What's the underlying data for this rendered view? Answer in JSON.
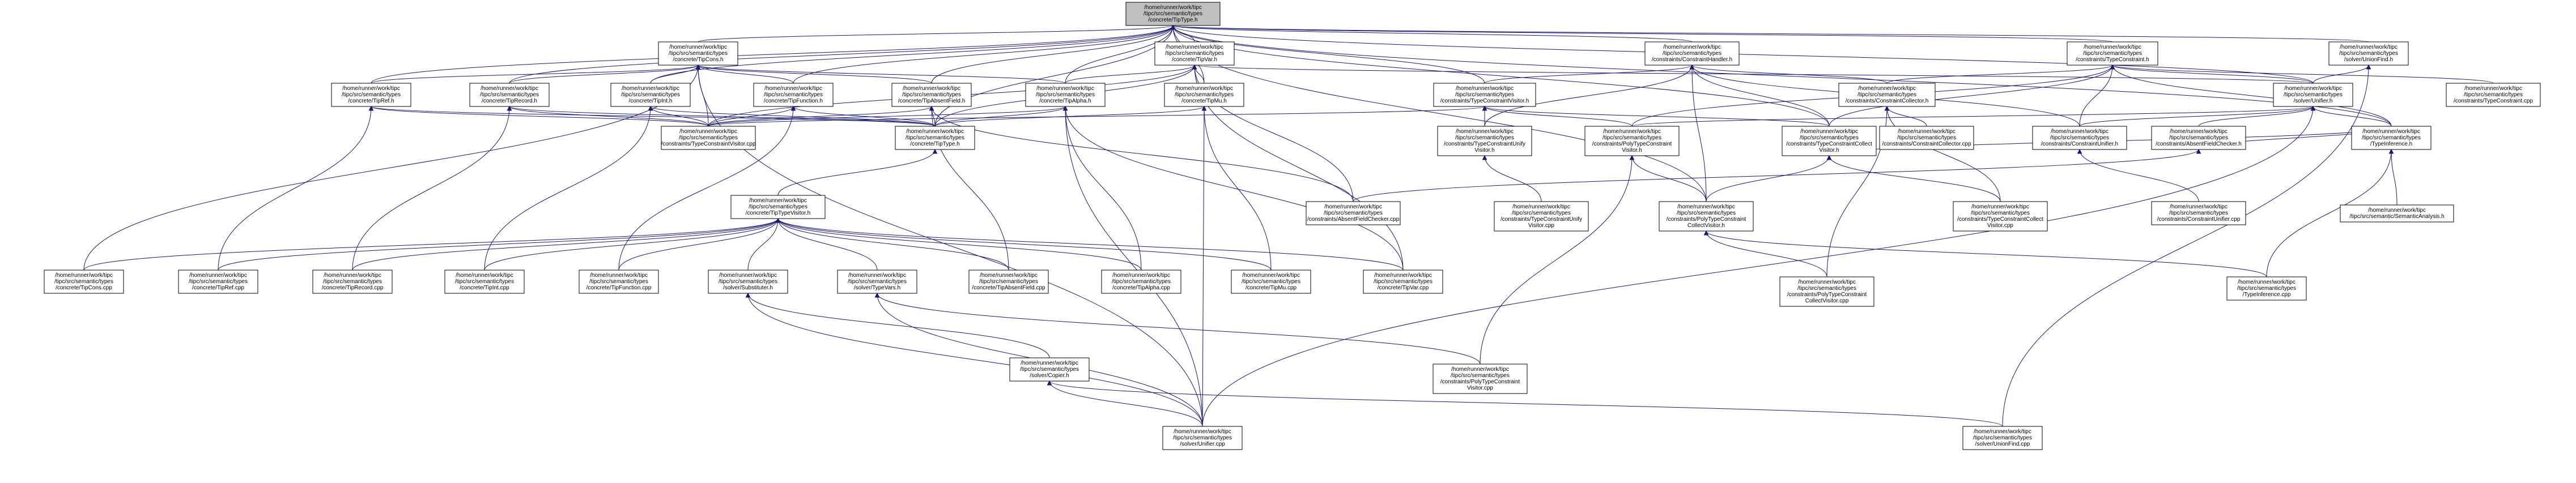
{
  "graph": {
    "root": "n0",
    "nodes": [
      {
        "id": "n0",
        "lines": [
          "/home/runner/work/tipc",
          "/tipc/src/semantic/types",
          "/concrete/TipType.h"
        ],
        "style": "root"
      },
      {
        "id": "n1",
        "lines": [
          "/home/runner/work/tipc",
          "/tipc/src/semantic/types",
          "/concrete/TipCons.h"
        ],
        "style": "normal"
      },
      {
        "id": "n2",
        "lines": [
          "/home/runner/work/tipc",
          "/tipc/src/semantic/types",
          "/concrete/TipVar.h"
        ],
        "style": "normal"
      },
      {
        "id": "n3",
        "lines": [
          "/home/runner/work/tipc",
          "/tipc/src/semantic/types",
          "/constraints/ConstraintHandler.h"
        ],
        "style": "normal"
      },
      {
        "id": "n4",
        "lines": [
          "/home/runner/work/tipc",
          "/tipc/src/semantic/types",
          "/constraints/TypeConstraint.h"
        ],
        "style": "normal"
      },
      {
        "id": "n5",
        "lines": [
          "/home/runner/work/tipc",
          "/tipc/src/semantic/types",
          "/solver/UnionFind.h"
        ],
        "style": "normal"
      },
      {
        "id": "n6",
        "lines": [
          "/home/runner/work/tipc",
          "/tipc/src/semantic/types",
          "/concrete/TipRef.h"
        ],
        "style": "normal"
      },
      {
        "id": "n7",
        "lines": [
          "/home/runner/work/tipc",
          "/tipc/src/semantic/types",
          "/concrete/TipRecord.h"
        ],
        "style": "normal"
      },
      {
        "id": "n8",
        "lines": [
          "/home/runner/work/tipc",
          "/tipc/src/semantic/types",
          "/concrete/TipInt.h"
        ],
        "style": "normal"
      },
      {
        "id": "n9",
        "lines": [
          "/home/runner/work/tipc",
          "/tipc/src/semantic/types",
          "/concrete/TipFunction.h"
        ],
        "style": "normal"
      },
      {
        "id": "n10",
        "lines": [
          "/home/runner/work/tipc",
          "/tipc/src/semantic/types",
          "/concrete/TipAbsentField.h"
        ],
        "style": "normal"
      },
      {
        "id": "n11",
        "lines": [
          "/home/runner/work/tipc",
          "/tipc/src/semantic/types",
          "/concrete/TipAlpha.h"
        ],
        "style": "normal"
      },
      {
        "id": "n12",
        "lines": [
          "/home/runner/work/tipc",
          "/tipc/src/semantic/types",
          "/concrete/TipMu.h"
        ],
        "style": "normal"
      },
      {
        "id": "n13",
        "lines": [
          "/home/runner/work/tipc",
          "/tipc/src/semantic/types",
          "/constraints/TypeConstraintVisitor.h"
        ],
        "style": "normal"
      },
      {
        "id": "n14",
        "lines": [
          "/home/runner/work/tipc",
          "/tipc/src/semantic/types",
          "/constraints/ConstraintCollector.h"
        ],
        "style": "normal"
      },
      {
        "id": "n15",
        "lines": [
          "/home/runner/work/tipc",
          "/tipc/src/semantic/types",
          "/solver/Unifier.h"
        ],
        "style": "normal"
      },
      {
        "id": "n16",
        "lines": [
          "/home/runner/work/tipc",
          "/tipc/src/semantic/types",
          "/constraints/TypeConstraint.cpp"
        ],
        "style": "normal"
      },
      {
        "id": "n17",
        "lines": [
          "/home/runner/work/tipc",
          "/tipc/src/semantic/types",
          "/constraints/TypeConstraintVisitor.cpp"
        ],
        "style": "normal"
      },
      {
        "id": "n18",
        "lines": [
          "/home/runner/work/tipc",
          "/tipc/src/semantic/types",
          "/concrete/TipType.h"
        ],
        "style": "normal"
      },
      {
        "id": "n19",
        "lines": [
          "/home/runner/work/tipc",
          "/tipc/src/semantic/types",
          "/constraints/TypeConstraintUnify",
          "Visitor.h"
        ],
        "style": "normal"
      },
      {
        "id": "n20",
        "lines": [
          "/home/runner/work/tipc",
          "/tipc/src/semantic/types",
          "/constraints/PolyTypeConstraint",
          "Visitor.h"
        ],
        "style": "normal"
      },
      {
        "id": "n21",
        "lines": [
          "/home/runner/work/tipc",
          "/tipc/src/semantic/types",
          "/constraints/TypeConstraintCollect",
          "Visitor.h"
        ],
        "style": "normal"
      },
      {
        "id": "n22",
        "lines": [
          "/home/runner/work/tipc",
          "/tipc/src/semantic/types",
          "/constraints/ConstraintCollector.cpp"
        ],
        "style": "normal"
      },
      {
        "id": "n23",
        "lines": [
          "/home/runner/work/tipc",
          "/tipc/src/semantic/types",
          "/constraints/ConstraintUnifier.h"
        ],
        "style": "normal"
      },
      {
        "id": "n24",
        "lines": [
          "/home/runner/work/tipc",
          "/tipc/src/semantic/types",
          "/constraints/AbsentFieldChecker.h"
        ],
        "style": "normal"
      },
      {
        "id": "n25",
        "lines": [
          "/home/runner/work/tipc",
          "/tipc/src/semantic/types",
          "/TypeInference.h"
        ],
        "style": "normal"
      },
      {
        "id": "n26",
        "lines": [
          "/home/runner/work/tipc",
          "/tipc/src/semantic/types",
          "/concrete/TipTypeVisitor.h"
        ],
        "style": "normal"
      },
      {
        "id": "n27",
        "lines": [
          "/home/runner/work/tipc",
          "/tipc/src/semantic/types",
          "/constraints/AbsentFieldChecker.cpp"
        ],
        "style": "normal"
      },
      {
        "id": "n28",
        "lines": [
          "/home/runner/work/tipc",
          "/tipc/src/semantic/types",
          "/constraints/TypeConstraintUnify",
          "Visitor.cpp"
        ],
        "style": "normal"
      },
      {
        "id": "n29",
        "lines": [
          "/home/runner/work/tipc",
          "/tipc/src/semantic/types",
          "/constraints/PolyTypeConstraint",
          "CollectVisitor.h"
        ],
        "style": "normal"
      },
      {
        "id": "n30",
        "lines": [
          "/home/runner/work/tipc",
          "/tipc/src/semantic/types",
          "/constraints/TypeConstraintCollect",
          "Visitor.cpp"
        ],
        "style": "normal"
      },
      {
        "id": "n31",
        "lines": [
          "/home/runner/work/tipc",
          "/tipc/src/semantic/types",
          "/constraints/ConstraintUnifier.cpp"
        ],
        "style": "normal"
      },
      {
        "id": "n32",
        "lines": [
          "/home/runner/work/tipc",
          "/tipc/src/semantic/SemanticAnalysis.h"
        ],
        "style": "red"
      },
      {
        "id": "n33",
        "lines": [
          "/home/runner/work/tipc",
          "/tipc/src/semantic/types",
          "/concrete/TipCons.cpp"
        ],
        "style": "normal"
      },
      {
        "id": "n34",
        "lines": [
          "/home/runner/work/tipc",
          "/tipc/src/semantic/types",
          "/concrete/TipRef.cpp"
        ],
        "style": "normal"
      },
      {
        "id": "n35",
        "lines": [
          "/home/runner/work/tipc",
          "/tipc/src/semantic/types",
          "/concrete/TipRecord.cpp"
        ],
        "style": "normal"
      },
      {
        "id": "n36",
        "lines": [
          "/home/runner/work/tipc",
          "/tipc/src/semantic/types",
          "/concrete/TipInt.cpp"
        ],
        "style": "normal"
      },
      {
        "id": "n37",
        "lines": [
          "/home/runner/work/tipc",
          "/tipc/src/semantic/types",
          "/concrete/TipFunction.cpp"
        ],
        "style": "normal"
      },
      {
        "id": "n38",
        "lines": [
          "/home/runner/work/tipc",
          "/tipc/src/semantic/types",
          "/solver/Substituter.h"
        ],
        "style": "red"
      },
      {
        "id": "n39",
        "lines": [
          "/home/runner/work/tipc",
          "/tipc/src/semantic/types",
          "/solver/TypeVars.h"
        ],
        "style": "red"
      },
      {
        "id": "n40",
        "lines": [
          "/home/runner/work/tipc",
          "/tipc/src/semantic/types",
          "/concrete/TipAbsentField.cpp"
        ],
        "style": "normal"
      },
      {
        "id": "n41",
        "lines": [
          "/home/runner/work/tipc",
          "/tipc/src/semantic/types",
          "/concrete/TipAlpha.cpp"
        ],
        "style": "normal"
      },
      {
        "id": "n42",
        "lines": [
          "/home/runner/work/tipc",
          "/tipc/src/semantic/types",
          "/concrete/TipMu.cpp"
        ],
        "style": "normal"
      },
      {
        "id": "n43",
        "lines": [
          "/home/runner/work/tipc",
          "/tipc/src/semantic/types",
          "/concrete/TipVar.cpp"
        ],
        "style": "normal"
      },
      {
        "id": "n44",
        "lines": [
          "/home/runner/work/tipc",
          "/tipc/src/semantic/types",
          "/constraints/PolyTypeConstraint",
          "CollectVisitor.cpp"
        ],
        "style": "normal"
      },
      {
        "id": "n45",
        "lines": [
          "/home/runner/work/tipc",
          "/tipc/src/semantic/types",
          "/TypeInference.cpp"
        ],
        "style": "normal"
      },
      {
        "id": "n46",
        "lines": [
          "/home/runner/work/tipc",
          "/tipc/src/semantic/types",
          "/solver/Copier.h"
        ],
        "style": "red"
      },
      {
        "id": "n47",
        "lines": [
          "/home/runner/work/tipc",
          "/tipc/src/semantic/types",
          "/constraints/PolyTypeConstraint",
          "Visitor.cpp"
        ],
        "style": "normal"
      },
      {
        "id": "n48",
        "lines": [
          "/home/runner/work/tipc",
          "/tipc/src/semantic/types",
          "/solver/Unifier.cpp"
        ],
        "style": "normal"
      },
      {
        "id": "n49",
        "lines": [
          "/home/runner/work/tipc",
          "/tipc/src/semantic/types",
          "/solver/UnionFind.cpp"
        ],
        "style": "normal"
      }
    ],
    "edges": [
      [
        "n0",
        "n1"
      ],
      [
        "n0",
        "n2"
      ],
      [
        "n0",
        "n3"
      ],
      [
        "n0",
        "n4"
      ],
      [
        "n0",
        "n5"
      ],
      [
        "n0",
        "n6"
      ],
      [
        "n0",
        "n7"
      ],
      [
        "n0",
        "n8"
      ],
      [
        "n0",
        "n9"
      ],
      [
        "n0",
        "n10"
      ],
      [
        "n0",
        "n11"
      ],
      [
        "n0",
        "n12"
      ],
      [
        "n0",
        "n13"
      ],
      [
        "n0",
        "n15"
      ],
      [
        "n0",
        "n18"
      ],
      [
        "n0",
        "n21"
      ],
      [
        "n0",
        "n29"
      ],
      [
        "n0",
        "n25"
      ],
      [
        "n1",
        "n6"
      ],
      [
        "n1",
        "n7"
      ],
      [
        "n1",
        "n8"
      ],
      [
        "n1",
        "n9"
      ],
      [
        "n1",
        "n10"
      ],
      [
        "n1",
        "n11"
      ],
      [
        "n1",
        "n33"
      ],
      [
        "n1",
        "n48"
      ],
      [
        "n1",
        "n17"
      ],
      [
        "n2",
        "n11"
      ],
      [
        "n2",
        "n12"
      ],
      [
        "n2",
        "n15"
      ],
      [
        "n2",
        "n17"
      ],
      [
        "n2",
        "n18"
      ],
      [
        "n2",
        "n43"
      ],
      [
        "n2",
        "n27"
      ],
      [
        "n3",
        "n13"
      ],
      [
        "n3",
        "n14"
      ],
      [
        "n3",
        "n19"
      ],
      [
        "n3",
        "n21"
      ],
      [
        "n3",
        "n23"
      ],
      [
        "n3",
        "n29"
      ],
      [
        "n4",
        "n14"
      ],
      [
        "n4",
        "n15"
      ],
      [
        "n4",
        "n16"
      ],
      [
        "n4",
        "n21"
      ],
      [
        "n4",
        "n23"
      ],
      [
        "n4",
        "n25"
      ],
      [
        "n4",
        "n20"
      ],
      [
        "n5",
        "n15"
      ],
      [
        "n5",
        "n49"
      ],
      [
        "n6",
        "n17"
      ],
      [
        "n6",
        "n18"
      ],
      [
        "n6",
        "n34"
      ],
      [
        "n7",
        "n17"
      ],
      [
        "n7",
        "n18"
      ],
      [
        "n7",
        "n35"
      ],
      [
        "n8",
        "n17"
      ],
      [
        "n8",
        "n18"
      ],
      [
        "n8",
        "n36"
      ],
      [
        "n9",
        "n17"
      ],
      [
        "n9",
        "n18"
      ],
      [
        "n9",
        "n37"
      ],
      [
        "n10",
        "n17"
      ],
      [
        "n10",
        "n18"
      ],
      [
        "n10",
        "n40"
      ],
      [
        "n10",
        "n27"
      ],
      [
        "n11",
        "n17"
      ],
      [
        "n11",
        "n18"
      ],
      [
        "n11",
        "n41"
      ],
      [
        "n11",
        "n48"
      ],
      [
        "n11",
        "n43"
      ],
      [
        "n12",
        "n18"
      ],
      [
        "n12",
        "n42"
      ],
      [
        "n12",
        "n48"
      ],
      [
        "n13",
        "n17"
      ],
      [
        "n13",
        "n19"
      ],
      [
        "n13",
        "n20"
      ],
      [
        "n13",
        "n21"
      ],
      [
        "n14",
        "n22"
      ],
      [
        "n14",
        "n30"
      ],
      [
        "n14",
        "n44"
      ],
      [
        "n15",
        "n23"
      ],
      [
        "n15",
        "n24"
      ],
      [
        "n15",
        "n25"
      ],
      [
        "n15",
        "n48"
      ],
      [
        "n15",
        "n20"
      ],
      [
        "n18",
        "n26"
      ],
      [
        "n19",
        "n28"
      ],
      [
        "n20",
        "n29"
      ],
      [
        "n20",
        "n47"
      ],
      [
        "n21",
        "n29"
      ],
      [
        "n21",
        "n30"
      ],
      [
        "n21",
        "n25"
      ],
      [
        "n23",
        "n31"
      ],
      [
        "n24",
        "n27"
      ],
      [
        "n24",
        "n25"
      ],
      [
        "n25",
        "n32"
      ],
      [
        "n25",
        "n45"
      ],
      [
        "n26",
        "n33"
      ],
      [
        "n26",
        "n34"
      ],
      [
        "n26",
        "n35"
      ],
      [
        "n26",
        "n36"
      ],
      [
        "n26",
        "n37"
      ],
      [
        "n26",
        "n38"
      ],
      [
        "n26",
        "n39"
      ],
      [
        "n26",
        "n40"
      ],
      [
        "n26",
        "n41"
      ],
      [
        "n26",
        "n42"
      ],
      [
        "n26",
        "n43"
      ],
      [
        "n29",
        "n44"
      ],
      [
        "n29",
        "n45"
      ],
      [
        "n38",
        "n46"
      ],
      [
        "n38",
        "n48"
      ],
      [
        "n39",
        "n48"
      ],
      [
        "n39",
        "n47"
      ],
      [
        "n46",
        "n48"
      ],
      [
        "n46",
        "n49"
      ]
    ]
  }
}
